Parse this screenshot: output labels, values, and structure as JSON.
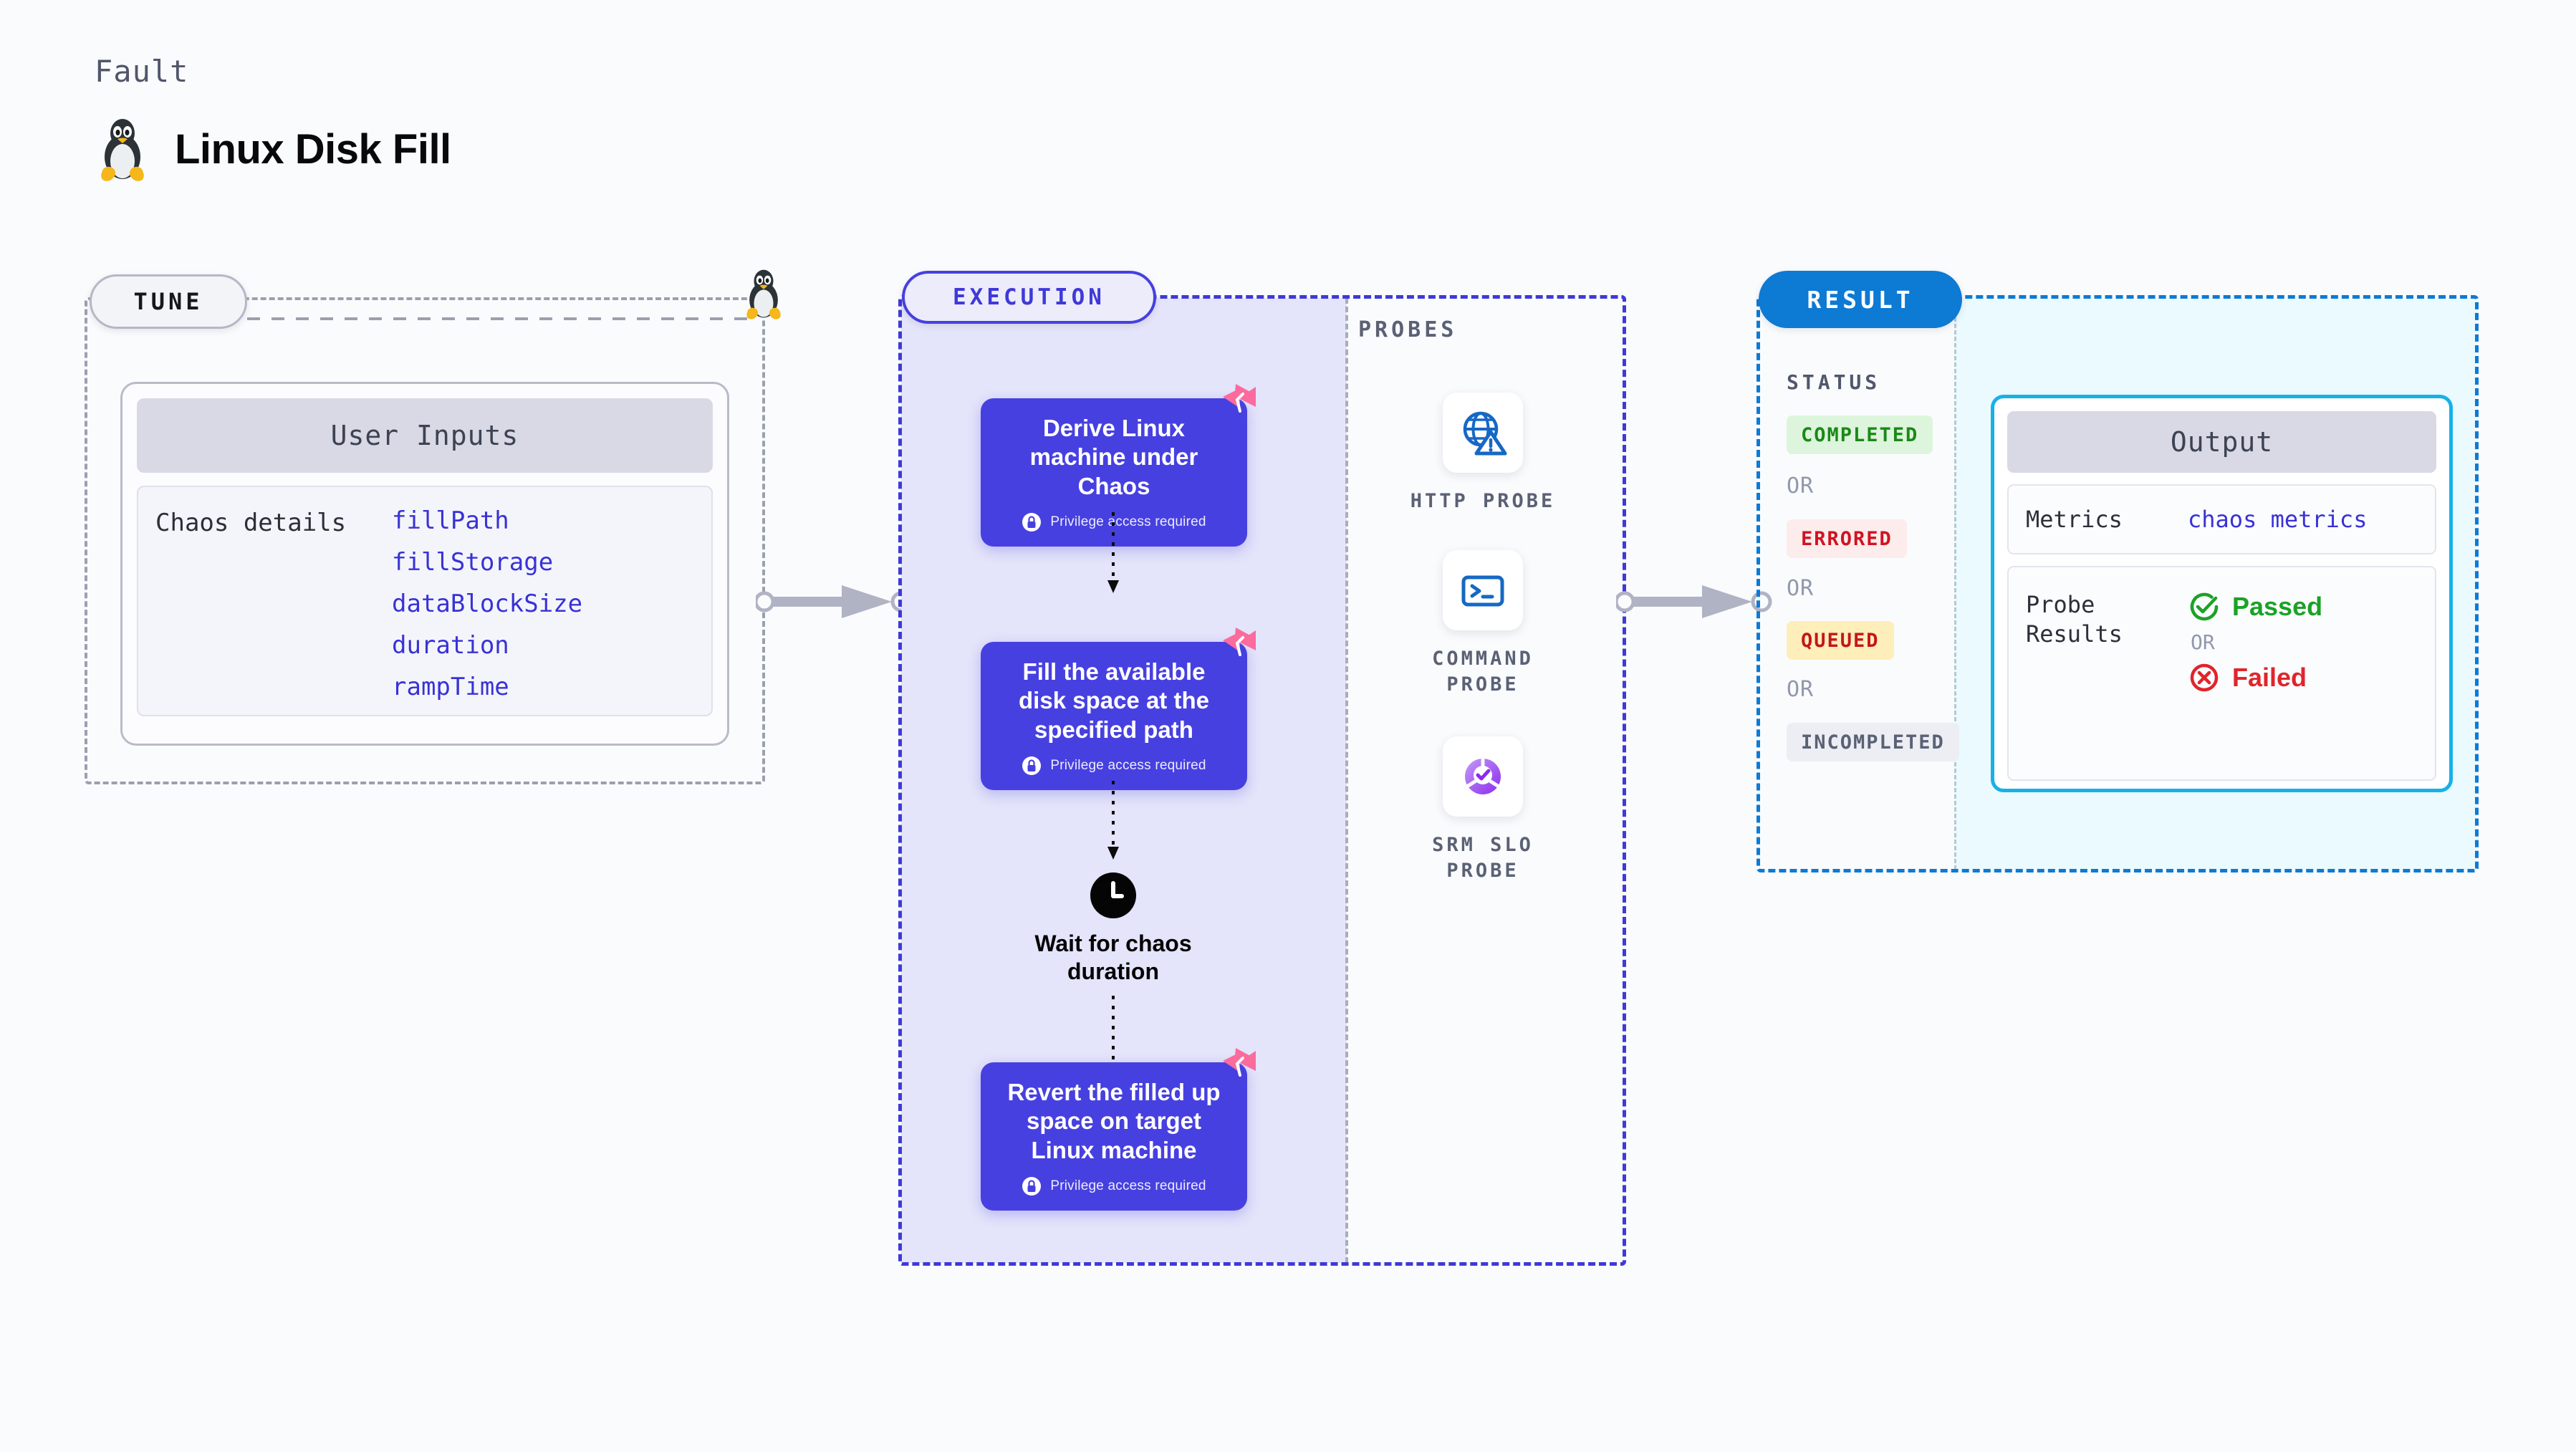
{
  "header": {
    "kicker": "Fault",
    "title": "Linux Disk Fill",
    "icon": "linux-tux-icon"
  },
  "tune": {
    "pill_label": "TUNE",
    "card": {
      "header": "User Inputs",
      "rows": [
        {
          "key": "Chaos details",
          "values": [
            "fillPath",
            "fillStorage",
            "dataBlockSize",
            "duration",
            "rampTime"
          ]
        }
      ]
    }
  },
  "execution": {
    "pill_label": "EXECUTION",
    "privilege_note": "Privilege access required",
    "nodes": [
      {
        "title": "Derive Linux machine under Chaos",
        "privileged": true,
        "badge": "litmus-chaos-badge"
      },
      {
        "title": "Fill the available disk space at the specified path",
        "privileged": true,
        "badge": "litmus-chaos-badge"
      }
    ],
    "wait": {
      "label": "Wait for chaos duration",
      "icon": "clock-icon"
    },
    "final_node": {
      "title": "Revert the filled up space on target Linux machine",
      "privileged": true,
      "badge": "litmus-chaos-badge"
    }
  },
  "probes": {
    "section_label": "PROBES",
    "items": [
      {
        "label": "HTTP PROBE",
        "icon": "globe-warning-icon"
      },
      {
        "label": "COMMAND PROBE",
        "icon": "terminal-icon"
      },
      {
        "label": "SRM SLO PROBE",
        "icon": "srm-slo-check-icon"
      }
    ]
  },
  "result": {
    "pill_label": "RESULT",
    "status_label": "STATUS",
    "or_label": "OR",
    "statuses": [
      {
        "label": "COMPLETED",
        "fg": "#1a8917",
        "bg": "#ddf5dc"
      },
      {
        "label": "ERRORED",
        "fg": "#cf1322",
        "bg": "#fdecec"
      },
      {
        "label": "QUEUED",
        "fg": "#c4161c",
        "bg": "#fdeeba"
      },
      {
        "label": "INCOMPLETED",
        "fg": "#5b6175",
        "bg": "#eceef4"
      }
    ],
    "output": {
      "header": "Output",
      "metrics_key": "Metrics",
      "metrics_value": "chaos metrics",
      "probe_results_key": "Probe Results",
      "passed_label": "Passed",
      "failed_label": "Failed",
      "or_label": "OR"
    }
  },
  "colors": {
    "execution_accent": "#4740e0",
    "result_accent": "#0d7ad4",
    "output_accent": "#17b1e8",
    "tune_accent": "#9ba0b0",
    "chaos_badge": "#fb6b9d",
    "mono_link": "#3932d6"
  }
}
